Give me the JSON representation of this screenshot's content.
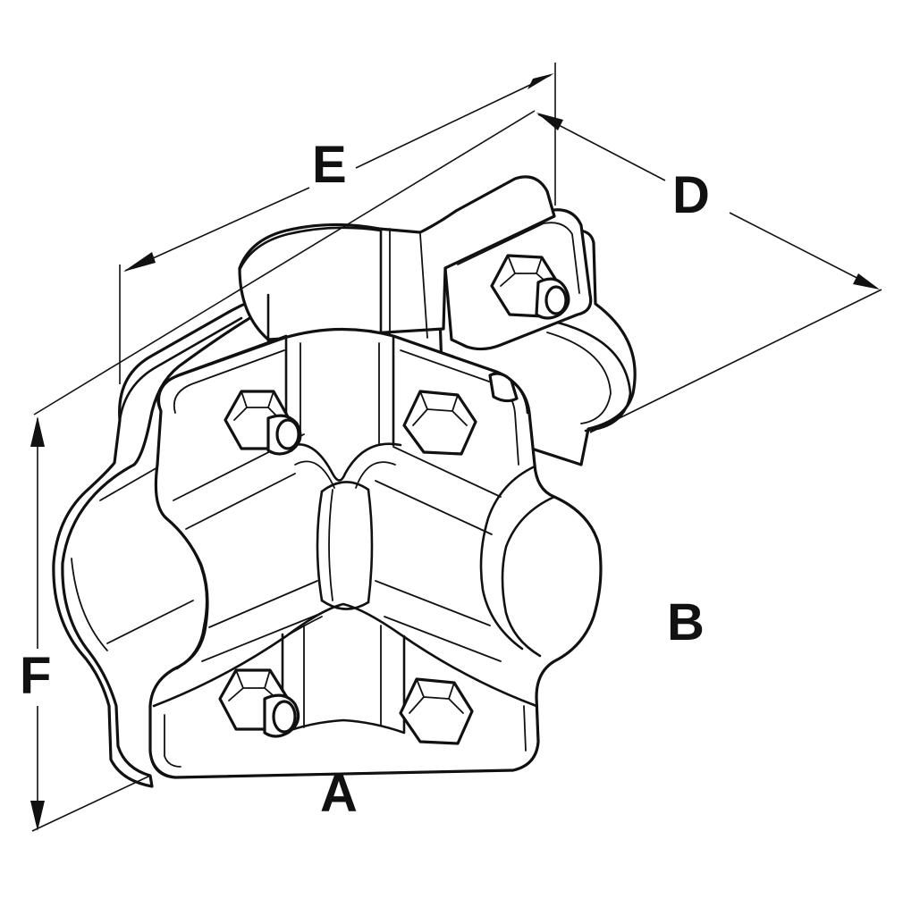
{
  "diagram": {
    "labels": {
      "a": "A",
      "b": "B",
      "d": "D",
      "e": "E",
      "f": "F"
    }
  }
}
